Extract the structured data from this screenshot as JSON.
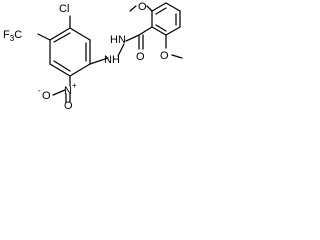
{
  "molecule": {
    "labels": {
      "chloro": "Cl",
      "trifluoromethyl": "F3C",
      "nitro_N": "N",
      "nitro_N_charge": "+",
      "nitro_O_minus": "O",
      "nitro_O_charge": "-",
      "nitro_O_double": "O",
      "hydrazide_NH_1": "NH",
      "hydrazide_NH_2": "HN",
      "carbonyl_O": "O",
      "methoxy_top": "O",
      "methoxy_bottom": "O"
    },
    "colors": {
      "bond": "#000000",
      "text": "#000000",
      "background": "#ffffff"
    }
  }
}
